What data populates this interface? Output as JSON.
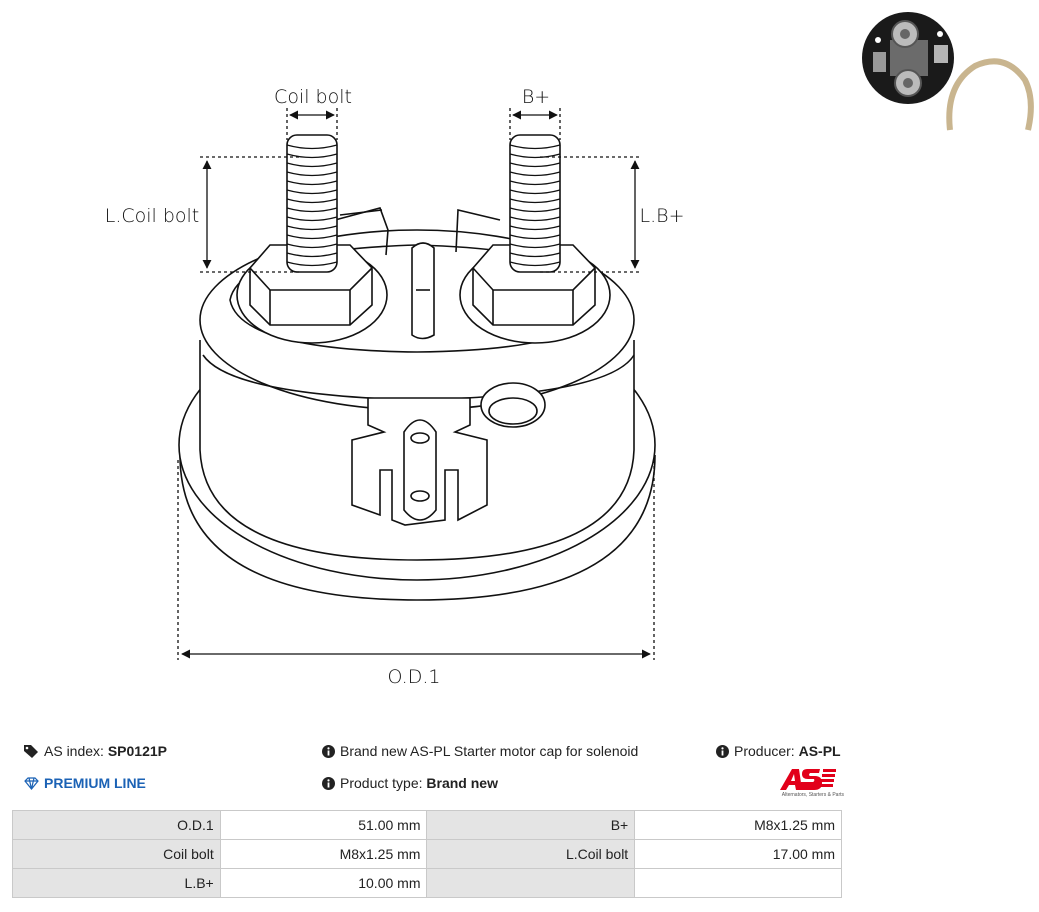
{
  "drawing": {
    "labels": {
      "coil_bolt": "Coil bolt",
      "b_plus": "B+",
      "l_coil_bolt": "L.Coil bolt",
      "l_b_plus": "L.B+",
      "od1": "O.D.1"
    }
  },
  "info": {
    "as_index_label": "AS index:",
    "as_index_value": "SP0121P",
    "premium_line": "PREMIUM LINE",
    "description": "Brand new AS-PL Starter motor cap for solenoid",
    "product_type_label": "Product type:",
    "product_type_value": "Brand new",
    "producer_label": "Producer:",
    "producer_value": "AS-PL",
    "logo_tagline": "Alternators, Starters & Parts"
  },
  "specs": {
    "rows": [
      [
        "O.D.1",
        "51.00 mm",
        "B+",
        "M8x1.25 mm"
      ],
      [
        "Coil bolt",
        "M8x1.25 mm",
        "L.Coil bolt",
        "17.00 mm"
      ],
      [
        "L.B+",
        "10.00 mm",
        "",
        ""
      ]
    ]
  },
  "colors": {
    "accent": "#1b62b5",
    "logo_red": "#e2001a",
    "table_label_bg": "#e4e4e4",
    "table_border": "#c9c9c9"
  }
}
